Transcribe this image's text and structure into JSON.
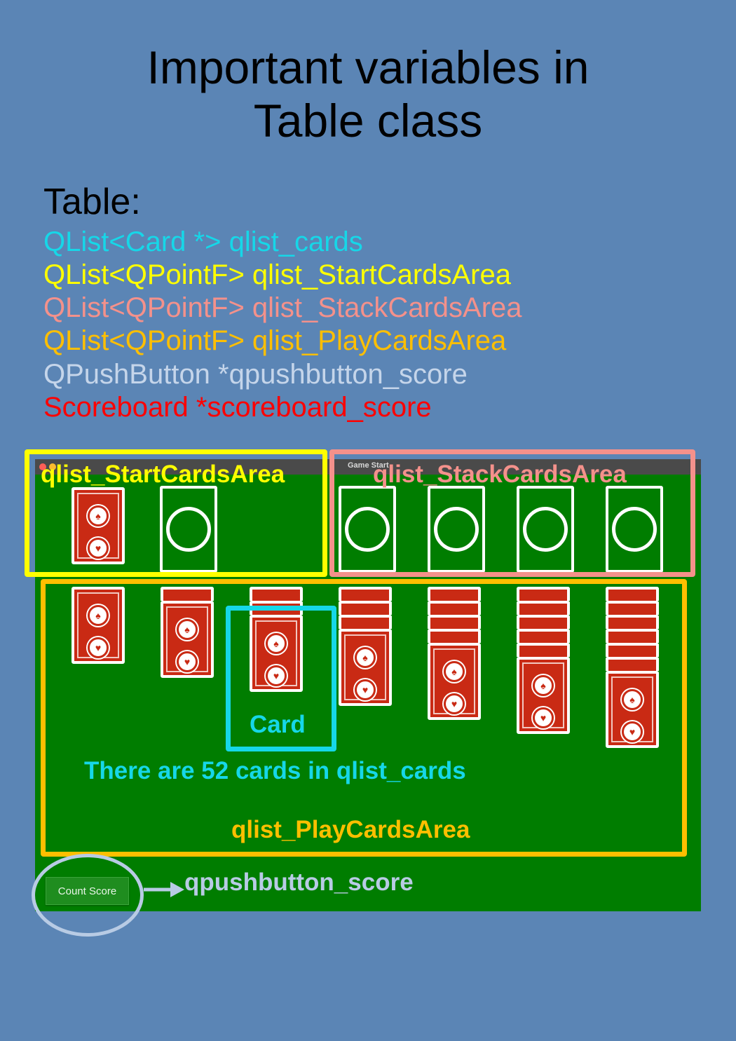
{
  "title": {
    "line1": "Important variables in",
    "line2": "Table class"
  },
  "table_label": "Table:",
  "variables": [
    {
      "text": "QList<Card *>  qlist_cards",
      "color": "#16d7e8"
    },
    {
      "text": "QList<QPointF> qlist_StartCardsArea",
      "color": "#ffff00"
    },
    {
      "text": "QList<QPointF> qlist_StackCardsArea",
      "color": "#f4918b"
    },
    {
      "text": "QList<QPointF> qlist_PlayCardsArea",
      "color": "#ffbf00"
    },
    {
      "text": "QPushButton *qpushbutton_score",
      "color": "#c5d5ea"
    },
    {
      "text": "Scoreboard *scoreboard_score",
      "color": "#ff0000"
    }
  ],
  "window": {
    "title": "Game Start",
    "background": "#007d00"
  },
  "labels": {
    "start_area": "qlist_StartCardsArea",
    "stack_area": "qlist_StackCardsArea",
    "card": "Card",
    "cards_note": "There are 52 cards in qlist_cards",
    "play_area": "qlist_PlayCardsArea",
    "button_pointer": "qpushbutton_score"
  },
  "button": {
    "label": "Count Score"
  },
  "colors": {
    "start_area": "#ffff00",
    "stack_area": "#f4918b",
    "play_area": "#ffbf00",
    "card_highlight": "#16d7e8",
    "button_highlight": "#b8cbe4",
    "card_back": "#c92a14"
  },
  "tableau_columns": [
    {
      "hidden_cards": 0,
      "face_up": 1
    },
    {
      "hidden_cards": 1,
      "face_up": 1
    },
    {
      "hidden_cards": 2,
      "face_up": 1
    },
    {
      "hidden_cards": 3,
      "face_up": 1
    },
    {
      "hidden_cards": 4,
      "face_up": 1
    },
    {
      "hidden_cards": 5,
      "face_up": 1
    },
    {
      "hidden_cards": 6,
      "face_up": 1
    }
  ]
}
